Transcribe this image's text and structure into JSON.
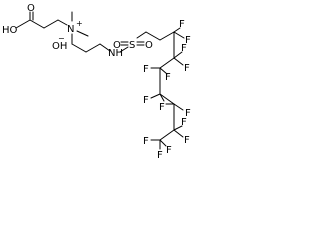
{
  "molecule": {
    "atom_labels": {
      "hydroxyl": "HO",
      "carbonyl_o": "O",
      "ammonium": "N",
      "ammonium_charge": "+",
      "hydroxide": "OH",
      "hydroxide_charge": "−",
      "amide_nh": "NH",
      "sulfur": "S",
      "sulfonyl_o_1": "O",
      "sulfonyl_o_2": "O",
      "fluorine": "F"
    },
    "colors": {
      "ink": "#000000",
      "background": "#ffffff"
    }
  }
}
